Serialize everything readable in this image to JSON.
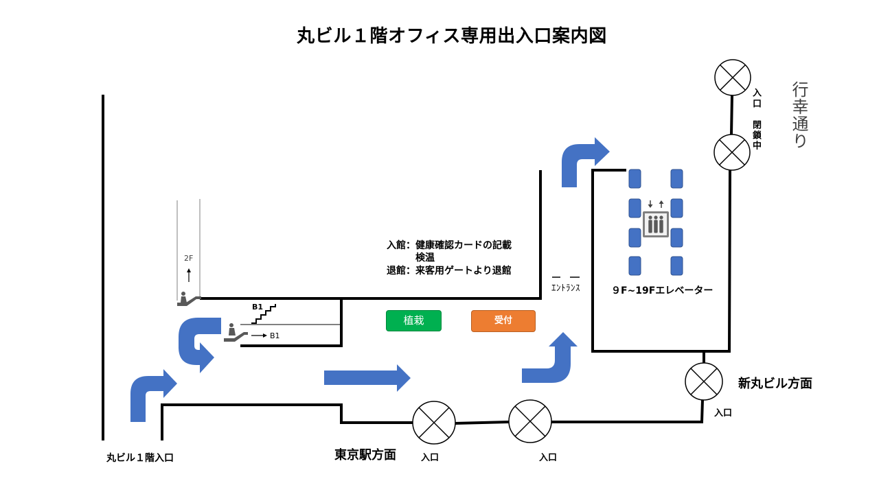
{
  "title": "丸ビル１階オフィス専用出入口案内図",
  "colors": {
    "wall": "#000000",
    "arrow": "#4472C4",
    "elevator": "#4472C4",
    "planting": "#00B050",
    "reception": "#ED7D31",
    "street_label": "#404040"
  },
  "notes": {
    "entry": "入館：健康確認カードの記載",
    "entry_cont": "検温",
    "exit": "退館：来客用ゲートより退館"
  },
  "areas": {
    "escalator_up": "2F",
    "stairs_down": "B1",
    "escalator_down": "B1",
    "planting": "植栽",
    "reception": "受付",
    "entrance_hall": "ｴﾝﾄﾗﾝｽ",
    "elevators": "９F~19Fエレベーター"
  },
  "entrances": {
    "gyoko_dori": {
      "label": "入口",
      "status": "閉鎖中"
    },
    "shin_marunouchi": {
      "label": "入口"
    },
    "east": {
      "label": "入口"
    },
    "west": {
      "label": "入口"
    },
    "main": {
      "label": "丸ビル１階入口"
    }
  },
  "directions": {
    "street": "行幸通り",
    "shin_marunouchi": "新丸ビル方面",
    "tokyo_station": "東京駅方面"
  },
  "icons": {
    "entrance_marker": "entrance-marker-icon",
    "elevator": "elevator-icon",
    "escalator": "escalator-icon",
    "stairs": "stairs-icon",
    "route_arrow": "route-arrow-icon"
  }
}
